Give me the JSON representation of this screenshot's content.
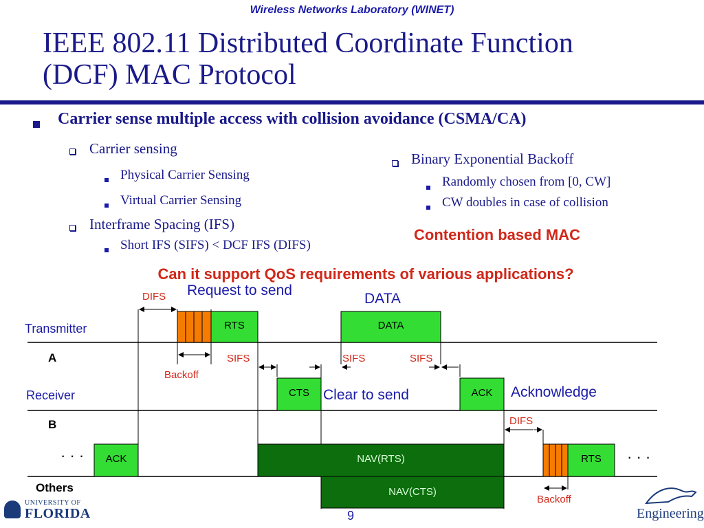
{
  "header": {
    "lab": "Wireless Networks Laboratory (WINET)"
  },
  "title": {
    "line1": "IEEE 802.11 Distributed Coordinate Function",
    "line2": "(DCF) MAC Protocol"
  },
  "main_bullet": "Carrier sense multiple access with collision avoidance (CSMA/CA)",
  "left_list": [
    {
      "label": "Carrier sensing",
      "sub": [
        "Physical Carrier Sensing",
        "Virtual Carrier Sensing"
      ]
    },
    {
      "label": "Interframe Spacing (IFS)",
      "sub": [
        "Short IFS (SIFS) < DCF IFS (DIFS)"
      ]
    }
  ],
  "right_list": [
    {
      "label": "Binary Exponential Backoff",
      "sub": [
        "Randomly chosen from [0, CW]",
        "CW doubles in case of collision"
      ]
    }
  ],
  "contention": "Contention based MAC",
  "question": "Can it support QoS requirements of various applications?",
  "diagram": {
    "rows": {
      "transmitter": "Transmitter",
      "a": "A",
      "receiver": "Receiver",
      "b": "B",
      "others": "Others"
    },
    "frames": {
      "rts": "RTS",
      "data": "DATA",
      "cts": "CTS",
      "ack": "ACK",
      "ack_left": "ACK",
      "rts_right": "RTS",
      "nav_rts": "NAV(RTS)",
      "nav_cts": "NAV(CTS)"
    },
    "intervals": {
      "difs_top": "DIFS",
      "sifs_1": "SIFS",
      "sifs_2": "SIFS",
      "sifs_3": "SIFS",
      "difs_right": "DIFS",
      "backoff_left": "Backoff",
      "backoff_right": "Backoff"
    },
    "callouts": {
      "request": "Request to send",
      "data": "DATA",
      "clear": "Clear to send",
      "ack": "Acknowledge"
    },
    "ellipsis_left": "· · ·",
    "ellipsis_right": "· · ·",
    "colors": {
      "frame_green": "#33dd33",
      "nav_green": "#0d6e0d",
      "backoff_orange": "#f57c00"
    }
  },
  "footer": {
    "page": "9",
    "uf_small": "UNIVERSITY OF",
    "uf_big": "FLORIDA",
    "eng": "Engineering"
  }
}
